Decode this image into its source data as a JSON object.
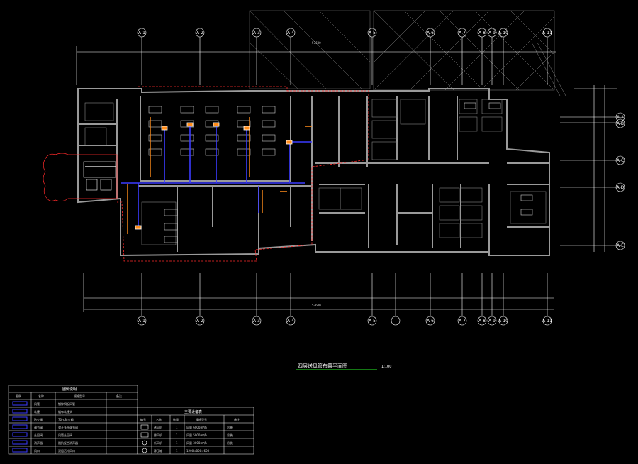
{
  "drawing": {
    "title": "四层送风管布置平面图",
    "scale": "1:100",
    "grid_top": [
      "A-1",
      "A-2",
      "A-3",
      "A-4",
      "A-5",
      "A-6",
      "A-7",
      "A-8",
      "A-9",
      "A-10",
      "A-11"
    ],
    "grid_right": [
      "A-A",
      "A-B",
      "A-C",
      "A-D",
      "A-E"
    ],
    "overall_dim": "57600"
  },
  "colors": {
    "background": "#000000",
    "walls": "#9a9a9a",
    "dim_lines": "#ffffff",
    "duct_blue": "#3b3bff",
    "duct_orange": "#ff8c1a",
    "boundary_red": "#ff2a2a",
    "title_underline": "#20c020"
  },
  "legend_left": {
    "title": "图例说明",
    "headers": [
      "图例",
      "名称",
      "规格型号",
      "备注"
    ],
    "rows": [
      {
        "name": "风管",
        "spec": "镀锌钢板风管"
      },
      {
        "name": "软接",
        "spec": "帆布软接头"
      },
      {
        "name": "防火阀",
        "spec": "70℃防火阀"
      },
      {
        "name": "调节阀",
        "spec": "对开多叶调节阀"
      },
      {
        "name": "止回阀",
        "spec": "风管止回阀"
      },
      {
        "name": "消声器",
        "spec": "阻抗复合消声器"
      },
      {
        "name": "风口",
        "spec": "双层百叶风口"
      }
    ]
  },
  "legend_right": {
    "title": "主要设备表",
    "headers": [
      "编号",
      "名称",
      "数量",
      "规格型号",
      "备注"
    ],
    "rows": [
      {
        "name": "送风机",
        "qty": "1",
        "spec": "风量 6000m³/h",
        "note": "吊装"
      },
      {
        "name": "排风机",
        "qty": "1",
        "spec": "风量 5000m³/h",
        "note": "吊装"
      },
      {
        "name": "新风机",
        "qty": "1",
        "spec": "风量 3000m³/h",
        "note": "吊装"
      },
      {
        "name": "静压箱",
        "qty": "1",
        "spec": "1200×800×600",
        "note": ""
      }
    ]
  }
}
